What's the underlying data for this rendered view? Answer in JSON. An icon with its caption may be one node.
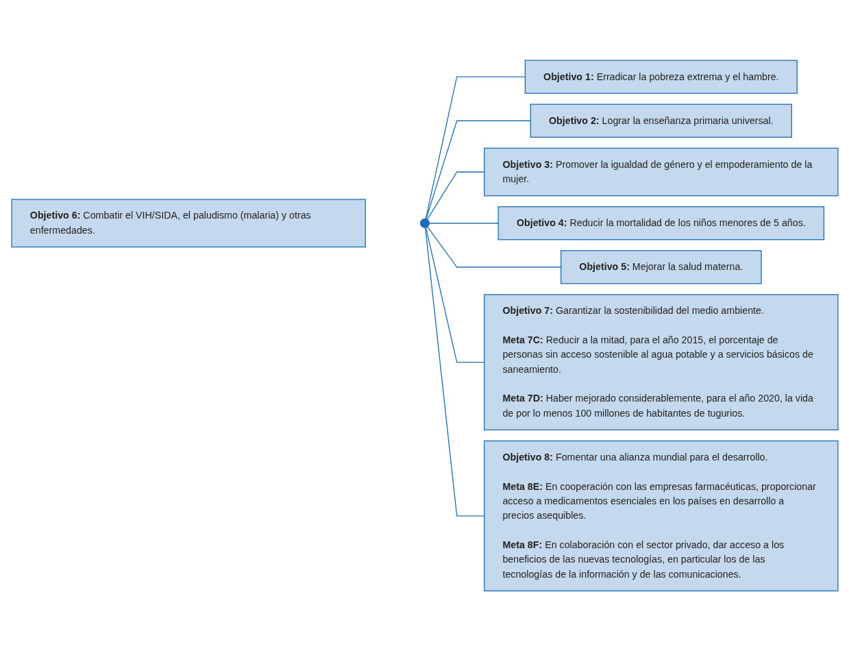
{
  "diagram": {
    "nodes": [
      {
        "text": [
          "**Objetivo 6:** Combatir el VIH/SIDA, el paludismo (malaria) y otras enfermedades."
        ]
      },
      {
        "text": [],
        "shape": "circle"
      },
      {
        "text": [
          "**Objetivo 1:** Erradicar la pobreza extrema y el hambre."
        ]
      },
      {
        "text": [
          "**Objetivo 2:** Lograr la enseñanza primaria universal."
        ]
      },
      {
        "text": [
          "**Objetivo 3:** Promover la igualdad de género y el empoderamiento de la mujer."
        ]
      },
      {
        "text": [
          "**Objetivo 4:** Reducir la mortalidad de los niños menores de 5 años."
        ]
      },
      {
        "text": [
          "**Objetivo 5:** Mejorar la salud materna."
        ]
      },
      {
        "text": [
          "**Objetivo 7:** Garantizar la sostenibilidad del medio ambiente.",
          "**Meta 7C:** Reducir a la mitad, para el año 2015, el porcentaje de personas sin acceso sostenible al agua potable y a servicios básicos de saneamiento.",
          "**Meta 7D:** Haber mejorado considerablemente, para el año 2020, la vida de por lo menos 100 millones de habitantes de tugurios."
        ]
      },
      {
        "text": [
          "**Objetivo 8:** Fomentar una alianza mundial para el desarrollo.",
          "**Meta 8E:** En cooperación con las empresas farmacéuticas, proporcionar acceso a medicamentos esenciales en los países en desarrollo a precios asequibles.",
          "**Meta 8F:** En colaboración con el sector privado, dar acceso a los beneficios de las nuevas tecnologías, en particular los de las tecnologías de la información y de las comunicaciones."
        ]
      }
    ],
    "edges": [
      {
        "from": 1,
        "to": 2,
        "arrow": "none"
      },
      {
        "from": 1,
        "to": 3,
        "arrow": "none"
      },
      {
        "from": 1,
        "to": 4,
        "arrow": "none"
      },
      {
        "from": 1,
        "to": 5,
        "arrow": "none"
      },
      {
        "from": 1,
        "to": 6,
        "arrow": "none"
      },
      {
        "from": 1,
        "to": 7,
        "arrow": "none"
      },
      {
        "from": 1,
        "to": 8,
        "arrow": "none"
      }
    ]
  }
}
